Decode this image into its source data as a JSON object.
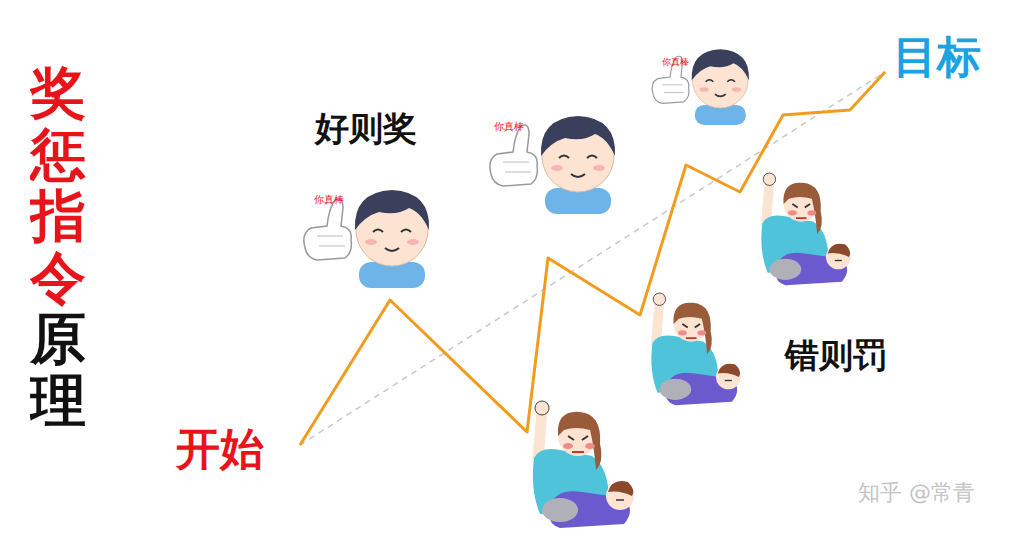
{
  "diagram": {
    "title": "奖惩指令原理",
    "labels": [
      "好则奖",
      "错则罚",
      "开始",
      "目标",
      "你真棒",
      "你真棒",
      "你真棒",
      "知乎 @常青"
    ]
  }
}
